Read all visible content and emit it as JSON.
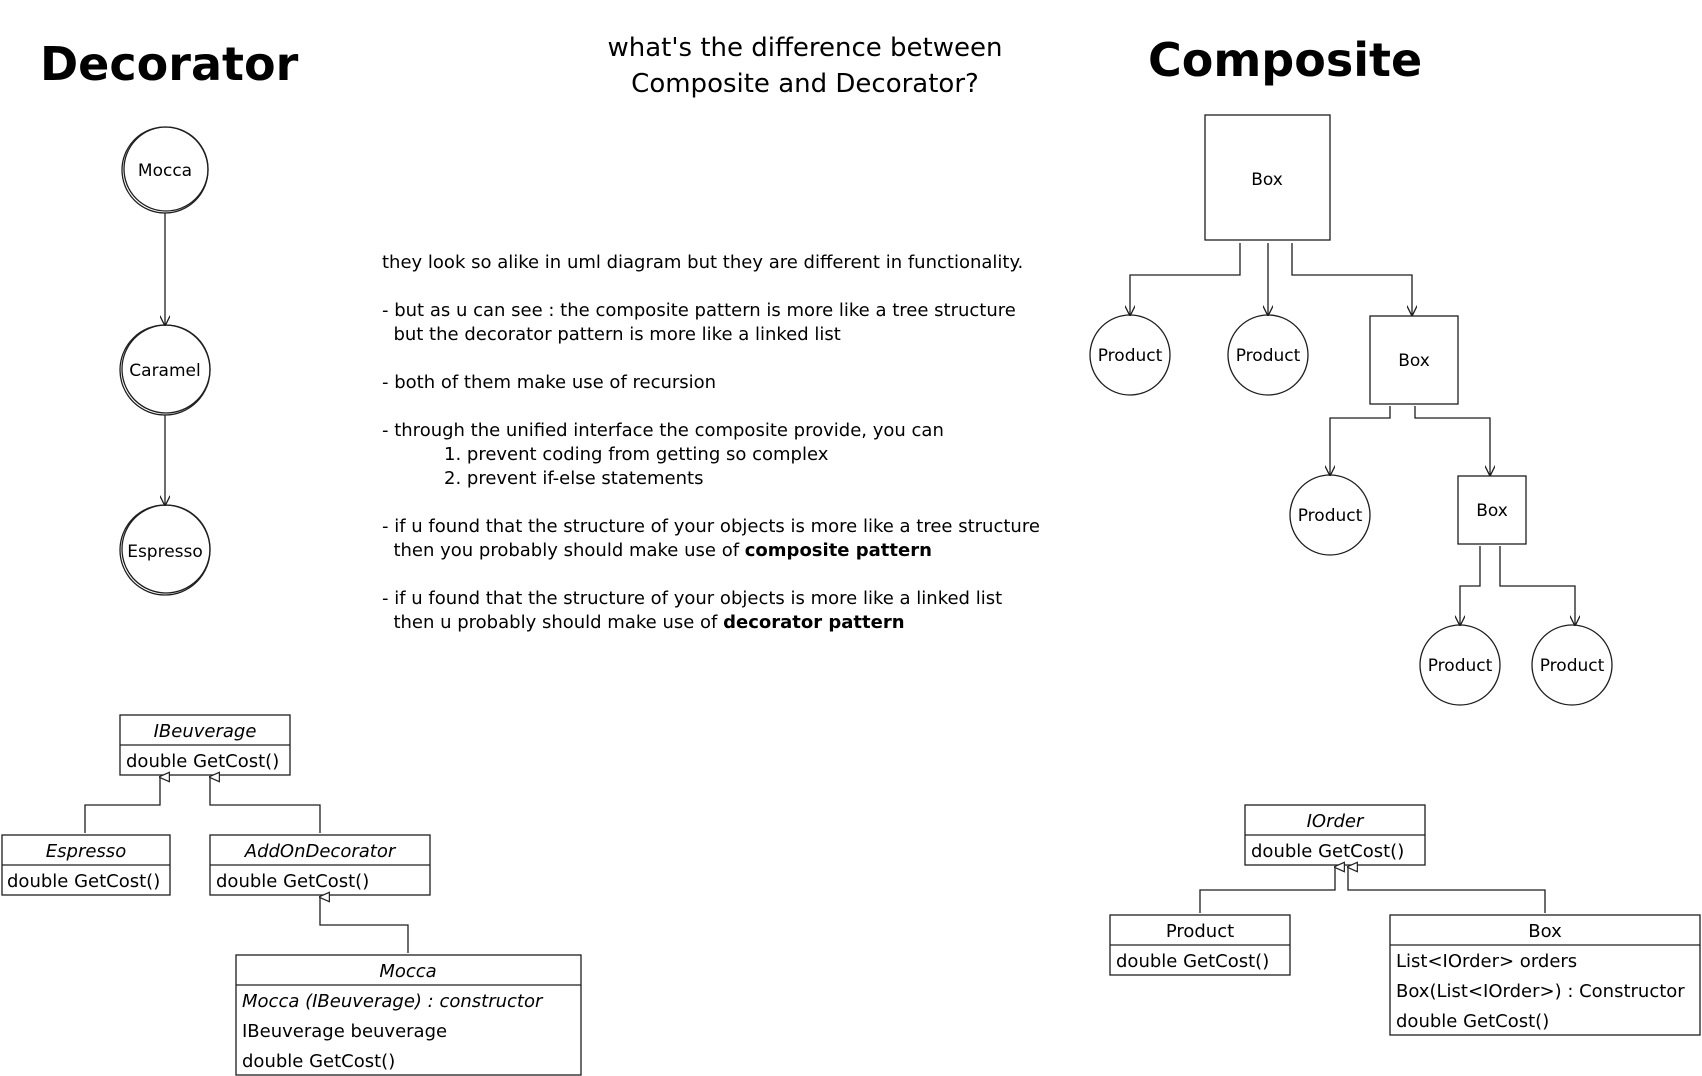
{
  "titles": {
    "decorator": "Decorator",
    "composite": "Composite",
    "question_line1": "what's the difference between",
    "question_line2": "Composite and Decorator?"
  },
  "decorator_chain": {
    "nodes": [
      "Mocca",
      "Caramel",
      "Espresso"
    ]
  },
  "composite_tree": {
    "box_label": "Box",
    "product_label": "Product"
  },
  "notes": {
    "intro": "they look so alike in uml diagram but they are different in functionality.",
    "p1_line1": "- but as u can see : the composite pattern is more like a tree structure",
    "p1_line2": "  but the decorator pattern is more like a linked list",
    "p2": "- both of them make use of recursion",
    "p3_line1": "- through the unified interface the composite provide, you can",
    "p3_item1": "1. prevent coding from getting so complex",
    "p3_item2": "2. prevent if-else statements",
    "p4_line1": "- if u found that the structure of your objects is more like a tree structure",
    "p4_line2_pre": "  then you probably should make use of ",
    "p4_line2_bold": "composite pattern",
    "p5_line1": "- if u found that the structure of your objects is more like a linked list",
    "p5_line2_pre": "  then u probably should make use of ",
    "p5_line2_bold": "decorator pattern"
  },
  "uml_decorator": {
    "ibeverage": {
      "name": "IBeuverage",
      "method": "double GetCost()"
    },
    "espresso": {
      "name": "Espresso",
      "method": "double GetCost()"
    },
    "addon": {
      "name": "AddOnDecorator",
      "method": "double GetCost()"
    },
    "mocca": {
      "name": "Mocca",
      "ctor": "Mocca (IBeuverage) : constructor",
      "field": "IBeuverage beuverage",
      "method": "double GetCost()"
    }
  },
  "uml_composite": {
    "iorder": {
      "name": "IOrder",
      "method": "double GetCost()"
    },
    "product": {
      "name": "Product",
      "method": "double GetCost()"
    },
    "box": {
      "name": "Box",
      "field": "List<IOrder> orders",
      "ctor": "Box(List<IOrder>) : Constructor",
      "method": "double GetCost()"
    }
  }
}
